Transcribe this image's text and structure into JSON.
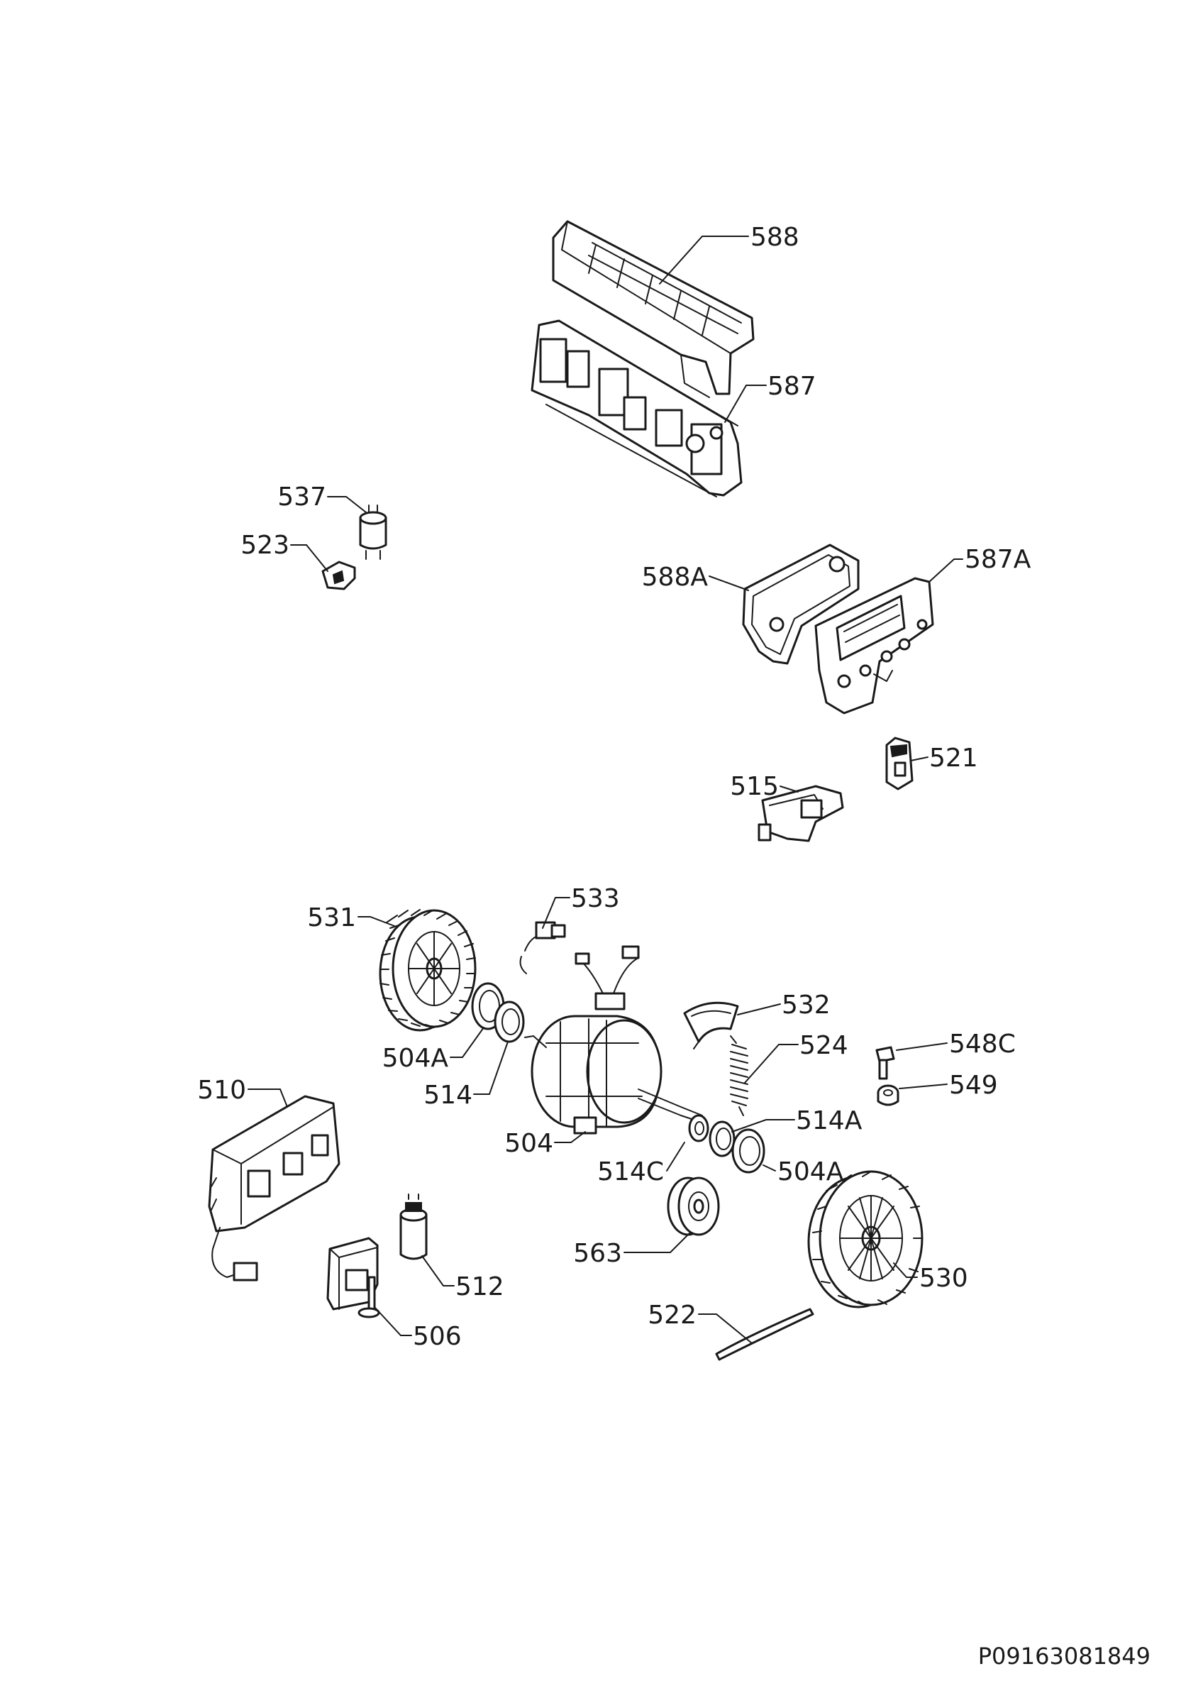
{
  "diagram_code": "P09163081849",
  "labels": {
    "l588": "588",
    "l587": "587",
    "l537": "537",
    "l523": "523",
    "l588A": "588A",
    "l587A": "587A",
    "l521": "521",
    "l515": "515",
    "l531": "531",
    "l533": "533",
    "l532": "532",
    "l524": "524",
    "l548C": "548C",
    "l549": "549",
    "l504A_left": "504A",
    "l514": "514",
    "l510": "510",
    "l504": "504",
    "l514A": "514A",
    "l514C": "514C",
    "l504A_right": "504A",
    "l563": "563",
    "l512": "512",
    "l506": "506",
    "l530": "530",
    "l522": "522"
  }
}
